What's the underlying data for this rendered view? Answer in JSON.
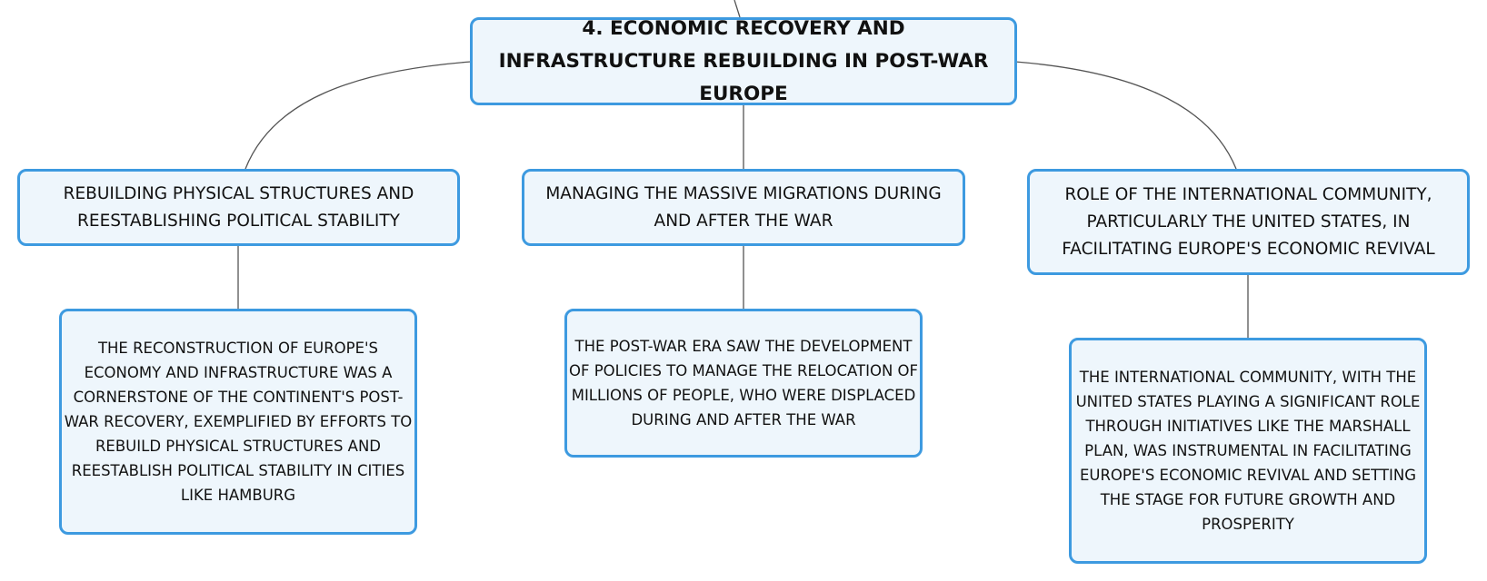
{
  "root": {
    "label": "4. ECONOMIC RECOVERY AND INFRASTRUCTURE REBUILDING IN POST-WAR EUROPE"
  },
  "branches": [
    {
      "label": "REBUILDING PHYSICAL STRUCTURES AND REESTABLISHING POLITICAL STABILITY",
      "detail": "THE RECONSTRUCTION OF EUROPE'S ECONOMY AND INFRASTRUCTURE WAS A CORNERSTONE OF THE CONTINENT'S POST-WAR RECOVERY, EXEMPLIFIED BY EFFORTS TO REBUILD PHYSICAL STRUCTURES AND REESTABLISH POLITICAL STABILITY IN CITIES LIKE HAMBURG"
    },
    {
      "label": "MANAGING THE MASSIVE MIGRATIONS DURING AND AFTER THE WAR",
      "detail": "THE POST-WAR ERA SAW THE DEVELOPMENT OF POLICIES TO MANAGE THE RELOCATION OF MILLIONS OF PEOPLE, WHO WERE DISPLACED DURING AND AFTER THE WAR"
    },
    {
      "label": "ROLE OF THE INTERNATIONAL COMMUNITY, PARTICULARLY THE UNITED STATES, IN FACILITATING EUROPE'S ECONOMIC REVIVAL",
      "detail": "THE INTERNATIONAL COMMUNITY, WITH THE UNITED STATES PLAYING A SIGNIFICANT ROLE THROUGH INITIATIVES LIKE THE MARSHALL PLAN, WAS INSTRUMENTAL IN FACILITATING EUROPE'S ECONOMIC REVIVAL AND SETTING THE STAGE FOR FUTURE GROWTH AND PROSPERITY"
    }
  ],
  "colors": {
    "node_border": "#3d9ae0",
    "node_fill": "#eef6fc",
    "connector": "#555555"
  }
}
